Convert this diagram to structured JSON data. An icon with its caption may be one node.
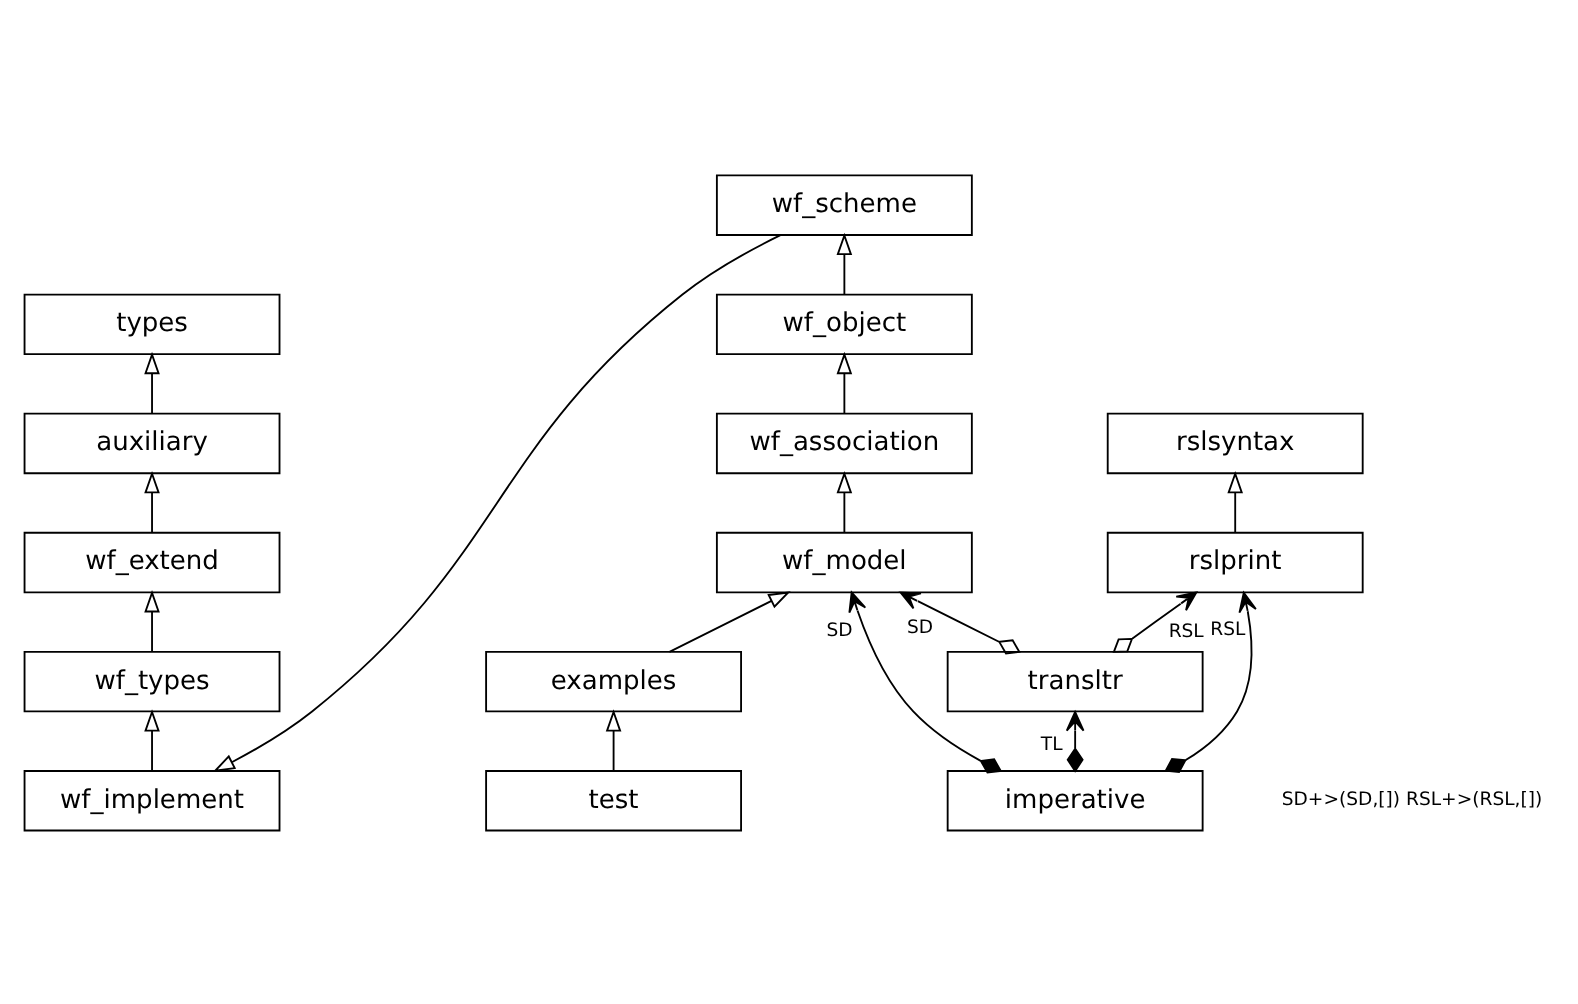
{
  "diagram": {
    "nodes": [
      {
        "text": [
          "types"
        ]
      },
      {
        "text": [
          "auxiliary"
        ]
      },
      {
        "text": [
          "wf_extend"
        ]
      },
      {
        "text": [
          "wf_types"
        ]
      },
      {
        "text": [
          "wf_implement"
        ]
      },
      {
        "text": [
          "wf_scheme"
        ]
      },
      {
        "text": [
          "wf_object"
        ]
      },
      {
        "text": [
          "wf_association"
        ]
      },
      {
        "text": [
          "wf_model"
        ]
      },
      {
        "text": [
          "examples"
        ]
      },
      {
        "text": [
          "test"
        ]
      },
      {
        "text": [
          "transltr"
        ]
      },
      {
        "text": [
          "imperative"
        ]
      },
      {
        "text": [
          "rslsyntax"
        ]
      },
      {
        "text": [
          "rslprint"
        ]
      }
    ],
    "edges": [
      {
        "from": 1,
        "to": 0,
        "arrow": "to"
      },
      {
        "from": 2,
        "to": 1,
        "arrow": "to"
      },
      {
        "from": 3,
        "to": 2,
        "arrow": "to"
      },
      {
        "from": 4,
        "to": 3,
        "arrow": "to"
      },
      {
        "from": 5,
        "to": 4,
        "arrow": "to"
      },
      {
        "from": 6,
        "to": 5,
        "arrow": "to"
      },
      {
        "from": 7,
        "to": 6,
        "arrow": "to"
      },
      {
        "from": 8,
        "to": 7,
        "arrow": "to"
      },
      {
        "from": 9,
        "to": 8,
        "arrow": "to"
      },
      {
        "from": 10,
        "to": 9,
        "arrow": "to"
      },
      {
        "from": 14,
        "to": 13,
        "arrow": "to"
      },
      {
        "from": 11,
        "to": 8,
        "arrow": "to",
        "label": "SD"
      },
      {
        "from": 12,
        "to": 8,
        "arrow": "to",
        "label": "SD"
      },
      {
        "from": 12,
        "to": 11,
        "arrow": "to",
        "label": "TL"
      },
      {
        "from": 11,
        "to": 14,
        "arrow": "to",
        "label": "RSL"
      },
      {
        "from": 12,
        "to": 14,
        "arrow": "to",
        "label": "RSL"
      }
    ],
    "labels": [
      "SD+>(SD,[]) RSL+>(RSL,[])"
    ]
  }
}
